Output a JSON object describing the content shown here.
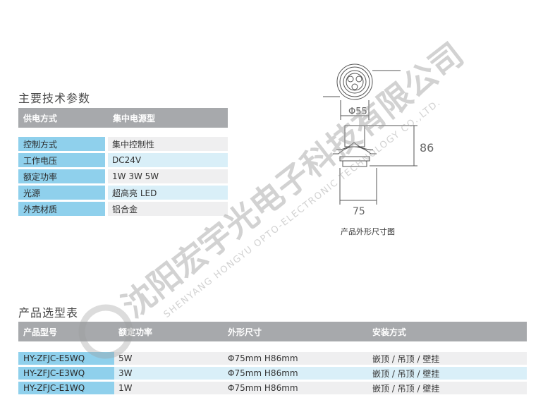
{
  "specs": {
    "title": "主要技术参数",
    "header": [
      "供电方式",
      "集中电源型"
    ],
    "rows": [
      {
        "label": "控制方式",
        "value": "集中控制性"
      },
      {
        "label": "工作电压",
        "value": "DC24V"
      },
      {
        "label": "额定功率",
        "value": "1W 3W 5W"
      },
      {
        "label": "光源",
        "value": "超高亮 LED"
      },
      {
        "label": "外壳材质",
        "value": "铝合金"
      }
    ]
  },
  "drawing": {
    "dim_top": "Φ55",
    "dim_height": "86",
    "dim_base": "75",
    "caption": "产品外形尺寸图"
  },
  "models": {
    "title": "产品选型表",
    "headers": [
      "产品型号",
      "额定功率",
      "外形尺寸",
      "安装方式"
    ],
    "rows": [
      [
        "HY-ZFJC-E5WQ",
        "5W",
        "Φ75mm H86mm",
        "嵌顶 / 吊顶 / 壁挂"
      ],
      [
        "HY-ZFJC-E3WQ",
        "3W",
        "Φ75mm H86mm",
        "嵌顶 / 吊顶 / 壁挂"
      ],
      [
        "HY-ZFJC-E1WQ",
        "1W",
        "Φ75mm H86mm",
        "嵌顶 / 吊顶 / 壁挂"
      ]
    ]
  },
  "watermark": {
    "cn": "沈阳宏宇光电子科技有限公司",
    "en": "SHENYANG HONGYU OPTO-ELECTRONIC TECHNOLOGY CO.,LTD."
  }
}
